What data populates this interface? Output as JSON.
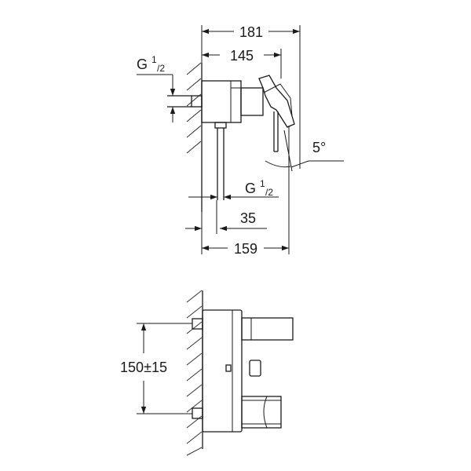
{
  "side_view": {
    "dim_overall_width": "181",
    "dim_wall_to_lever": "145",
    "dim_bottom_depth": "159",
    "dim_outlet_offset": "35",
    "thread_top": {
      "main": "G",
      "sup": "1",
      "sub": "/2"
    },
    "thread_bottom": {
      "main": "G",
      "sup": "1",
      "sub": "/2"
    },
    "angle": "5°"
  },
  "front_view": {
    "dim_centers": "150±15"
  }
}
